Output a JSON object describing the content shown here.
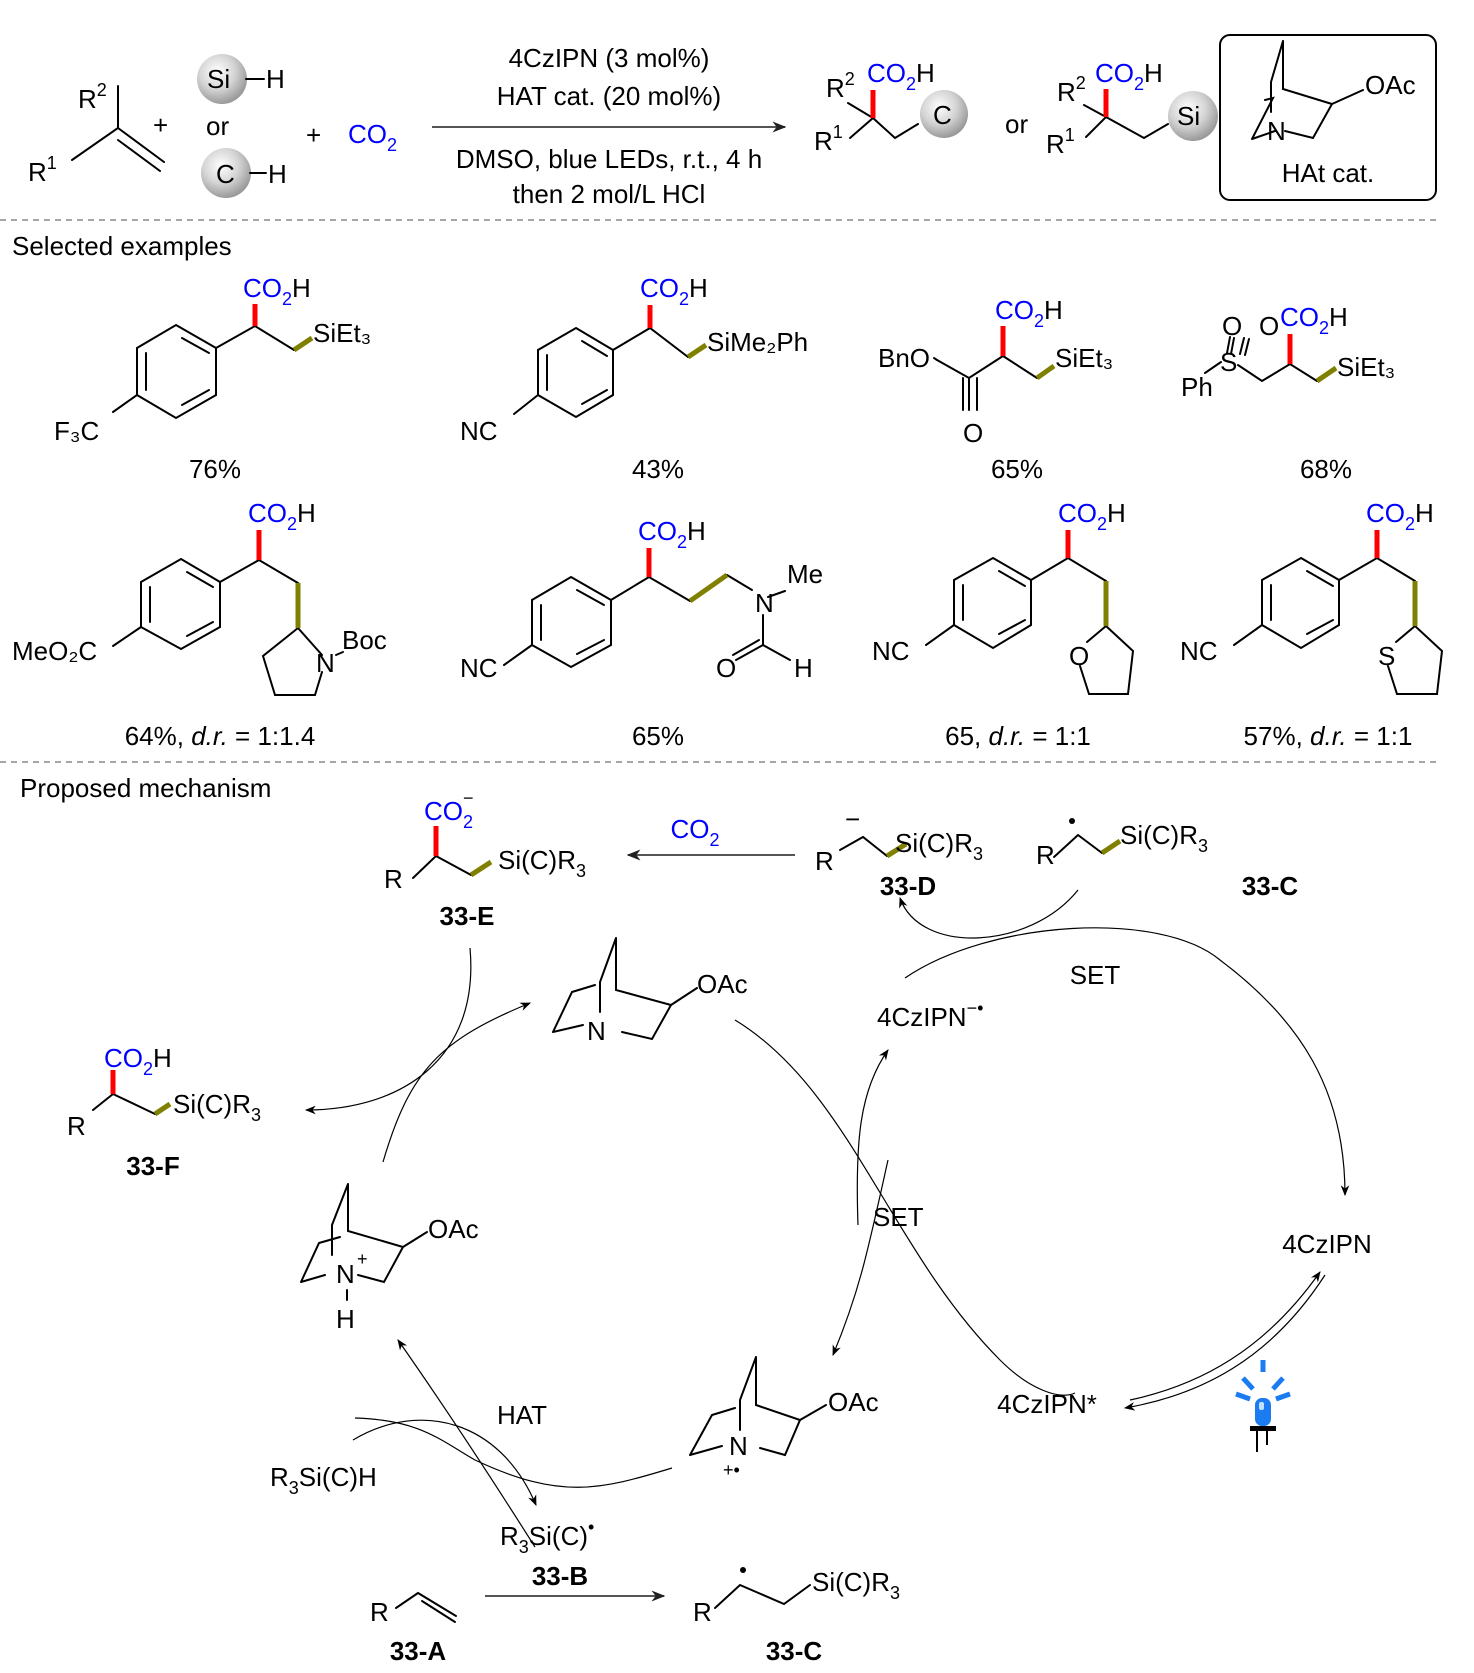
{
  "scheme": {
    "reactants": {
      "alkene": {
        "r1": "R",
        "r1_sup": "1",
        "r2": "R",
        "r2_sup": "2"
      },
      "plus": "+",
      "si_h": {
        "atom": "Si",
        "h": "H"
      },
      "or": "or",
      "c_h": {
        "atom": "C",
        "h": "H"
      },
      "co2": {
        "main": "CO",
        "sub": "2"
      }
    },
    "conditions": {
      "above": [
        "4CzIPN (3 mol%)",
        "HAT cat. (20 mol%)"
      ],
      "below": [
        "DMSO, blue LEDs, r.t., 4 h",
        "then 2 mol/L HCl"
      ]
    },
    "products": {
      "co2h": {
        "main": "CO",
        "sub": "2",
        "tail": "H"
      },
      "carbon_ball": "C",
      "silicon_ball": "Si",
      "or": "or"
    },
    "hat_catalyst_box": {
      "substituent": "OAc",
      "n": "N",
      "label": "HAt cat."
    }
  },
  "selected_examples": {
    "heading": "Selected examples",
    "items": [
      {
        "substituent": "F₃C",
        "group": "SiEt₃",
        "yield": "76%"
      },
      {
        "substituent": "NC",
        "group": "SiMe₂Ph",
        "yield": "43%"
      },
      {
        "substituent": "BnO",
        "group": "SiEt₃",
        "yield": "65%"
      },
      {
        "substituent": "Ph",
        "group": "SiEt₃",
        "yield": "68%"
      },
      {
        "substituent": "MeO₂C",
        "group": "N-Boc pyrrolidine",
        "yield": "64%",
        "dr": "1:1.4"
      },
      {
        "substituent": "NC",
        "group": "N-methylformamide",
        "yield": "65%"
      },
      {
        "substituent": "NC",
        "group": "THF",
        "yield": "65",
        "dr": "1:1"
      },
      {
        "substituent": "NC",
        "group": "THT",
        "yield": "57%",
        "dr": "1:1"
      }
    ],
    "dr_label": "d.r.",
    "dr_eq": " = "
  },
  "mechanism": {
    "heading": "Proposed mechanism",
    "labels": {
      "e": "33-E",
      "f": "33-F",
      "d": "33-D",
      "c": "33-C",
      "b": "33-B",
      "a": "33-A"
    },
    "silyl": "Si(C)R",
    "silyl_sub": "3",
    "r": "R",
    "co2_arrow": {
      "main": "CO",
      "sub": "2"
    },
    "co2_minus": {
      "main": "CO",
      "sub": "2",
      "sup": "−"
    },
    "co2h": {
      "main": "CO",
      "sub": "2",
      "tail": "H"
    },
    "set_top": "SET",
    "set_mid": "SET",
    "hat": "HAT",
    "pc_anion": "4CzIPN",
    "pc_anion_sup": "−•",
    "pc": "4CzIPN",
    "pc_star": "4CzIPN*",
    "oac": "OAc",
    "n": "N",
    "h": "H",
    "plus": "+",
    "radical_cation": "+•",
    "silane": {
      "a": "R",
      "sub": "3",
      "b": "Si(C)H"
    },
    "silyl_radical": {
      "a": "R",
      "sub": "3",
      "b": "Si(C)",
      "sup": "•"
    },
    "led_color": "#1a7cf0"
  },
  "colors": {
    "co2": "#0000ff",
    "new_bond": "#ff0000",
    "si_bond": "#808000"
  }
}
